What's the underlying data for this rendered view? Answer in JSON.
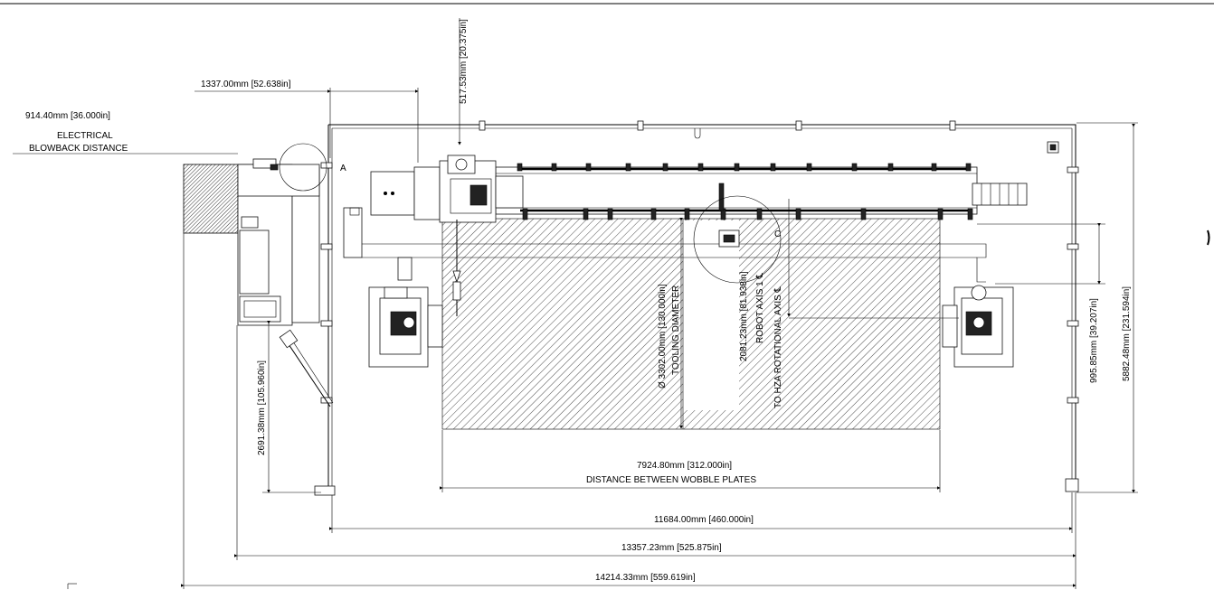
{
  "dimensions": {
    "blowback_value": "914.40mm [36.000in]",
    "blowback_label_1": "ELECTRICAL",
    "blowback_label_2": "BLOWBACK DISTANCE",
    "top_offset": "1337.00mm [52.638in]",
    "top_vertical": "517.53mm [20.375in]",
    "tooling_value": "Ø 3302.00mm [130.000in]",
    "tooling_label": "TOOLING DIAMETER",
    "robot_value": "2081.23mm [81.938in]",
    "robot_label_1": "ROBOT AXIS 1 ℄",
    "robot_label_2": "TO HZA ROTATIONAL AXIS ℄",
    "right_inner": "995.85mm [39.207in]",
    "right_overall": "5882.48mm [231.594in]",
    "left_vertical": "2691.38mm [105.960in]",
    "wobble_value": "7924.80mm [312.000in]",
    "wobble_label": "DISTANCE BETWEEN WOBBLE PLATES",
    "bottom_1": "11684.00mm [460.000in]",
    "bottom_2": "13357.23mm [525.875in]",
    "bottom_3": "14214.33mm [559.619in]"
  },
  "detail_labels": {
    "a": "A",
    "c": "C"
  },
  "colors": {
    "line": "#000000",
    "background": "#ffffff"
  }
}
